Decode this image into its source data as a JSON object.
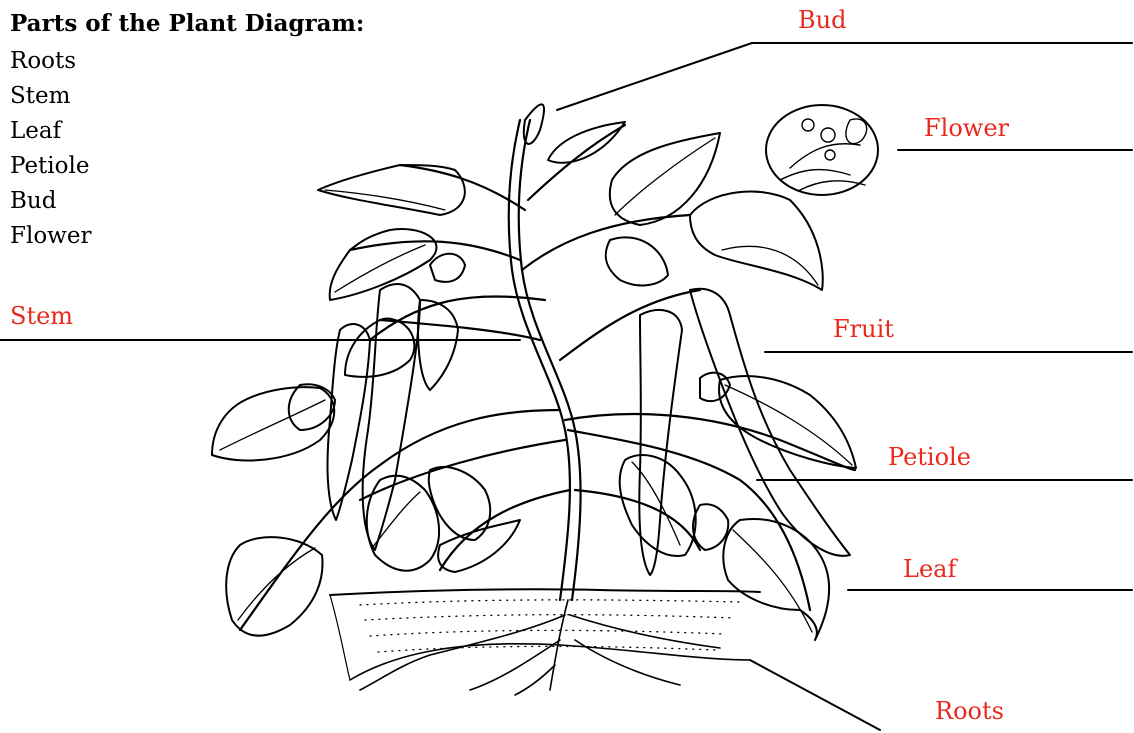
{
  "heading": "Parts of the Plant Diagram:",
  "parts_list": [
    "Roots",
    "Stem",
    "Leaf",
    "Petiole",
    "Bud",
    "Flower"
  ],
  "labels": {
    "bud": "Bud",
    "flower": "Flower",
    "stem": "Stem",
    "fruit": "Fruit",
    "petiole": "Petiole",
    "leaf": "Leaf",
    "roots": "Roots"
  },
  "colors": {
    "label": "#e8291c",
    "ink": "#000000"
  }
}
